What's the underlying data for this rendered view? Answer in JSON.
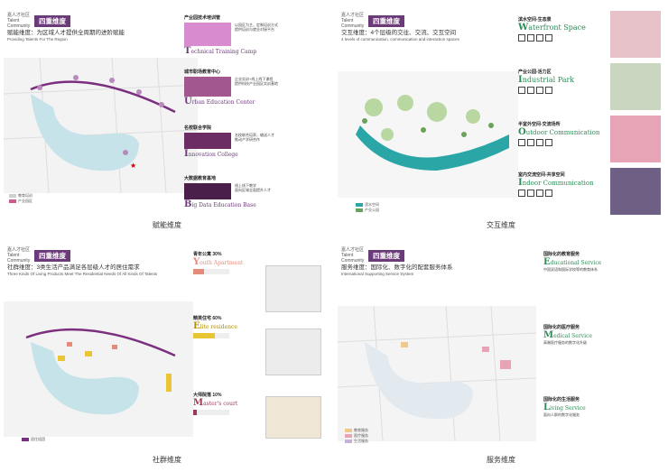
{
  "logo": "嘉人才社区\nTalent Community",
  "p1": {
    "tag": "四重维度",
    "subtitle": "赋能维度：为区域人才提供全周期的进阶赋能",
    "subtitle_en": "Providing Talents For The Region",
    "caption": "赋能维度",
    "sections": [
      {
        "label": "产业园技术培训管",
        "cap": "Technical Training Camp",
        "en_first": "T",
        "en_rest": "echnical Training Camp",
        "desc": "以园区为主，定制培训方式\n提供培训与就业对接平台"
      },
      {
        "label": "城市职场教育中心",
        "cap": "Urban Education Center",
        "en_first": "U",
        "en_rest": "rban Education Center",
        "desc": "企业实训+线上线下课程\n提供科技产业园区实训基地"
      },
      {
        "label": "名校联合学院",
        "cap": "Innovation College",
        "en_first": "I",
        "en_rest": "nnovation College",
        "desc": "名校联合培养，输送人才\n推动产学研合作"
      },
      {
        "label": "大数据教育基地",
        "cap": "Big Data Education Base",
        "en_first": "B",
        "en_rest": "ig Data Education Base",
        "desc": "线上线下教学\n面向区域全面提升人才"
      }
    ],
    "legend": [
      "教育培训",
      "产业园区"
    ]
  },
  "p2": {
    "tag": "四重维度",
    "subtitle": "交互维度：4个层级的交往、交流、交互空间",
    "subtitle_en": "4 levels of communication, communication and interaction spaces",
    "caption": "交互维度",
    "sections": [
      {
        "zh": "滨水空间-生态景",
        "en_first": "W",
        "en_rest": "aterfront Space"
      },
      {
        "zh": "产业公园-活力区",
        "en_first": "I",
        "en_rest": "ndustrial Park"
      },
      {
        "zh": "半室外空间-交流场所",
        "en_first": "O",
        "en_rest": "utdoor Communication"
      },
      {
        "zh": "室内交流空间-共享空间",
        "en_first": "I",
        "en_rest": "ndoor Communication"
      }
    ],
    "legend": [
      "滨水空间",
      "产业公园"
    ]
  },
  "p3": {
    "tag": "四重维度",
    "subtitle": "社群维度：3类生活产品满足各层级人才的居住需求",
    "subtitle_en": "Three Kinds Of Living Products Meet The Residential Needs Of All Kinds Of Talents",
    "caption": "社群维度",
    "items": [
      {
        "zh": "青年公寓",
        "pct": "30%",
        "en_first": "Y",
        "en_rest": "outh Apartment",
        "color": "#e58b7a",
        "frac": 0.3
      },
      {
        "zh": "精英住宅",
        "pct": "60%",
        "en_first": "E",
        "en_rest": "lite residence",
        "color": "#e8c532",
        "frac": 0.6
      },
      {
        "zh": "大师院落",
        "pct": "10%",
        "en_first": "M",
        "en_rest": "aster's court",
        "color": "#9b3a55",
        "frac": 0.1
      }
    ],
    "legend": [
      "居住组团"
    ]
  },
  "p4": {
    "tag": "四重维度",
    "subtitle": "服务维度：国际化、数字化的配套服务体系",
    "subtitle_en": "International Supporting Service System",
    "caption": "服务维度",
    "items": [
      {
        "zh": "国际化的教育服务",
        "en_first": "E",
        "en_rest": "ducational Service",
        "desc": "中国双语和国际学校等的教育体系"
      },
      {
        "zh": "国际化的医疗服务",
        "en_first": "M",
        "en_rest": "edical Service",
        "desc": "高端医疗服务的数字化升级"
      },
      {
        "zh": "国际化的生活服务",
        "en_first": "L",
        "en_rest": "iving Service",
        "desc": "面向人群的数字化服务"
      }
    ],
    "legend": [
      "教育服务",
      "医疗服务",
      "生活服务"
    ]
  }
}
